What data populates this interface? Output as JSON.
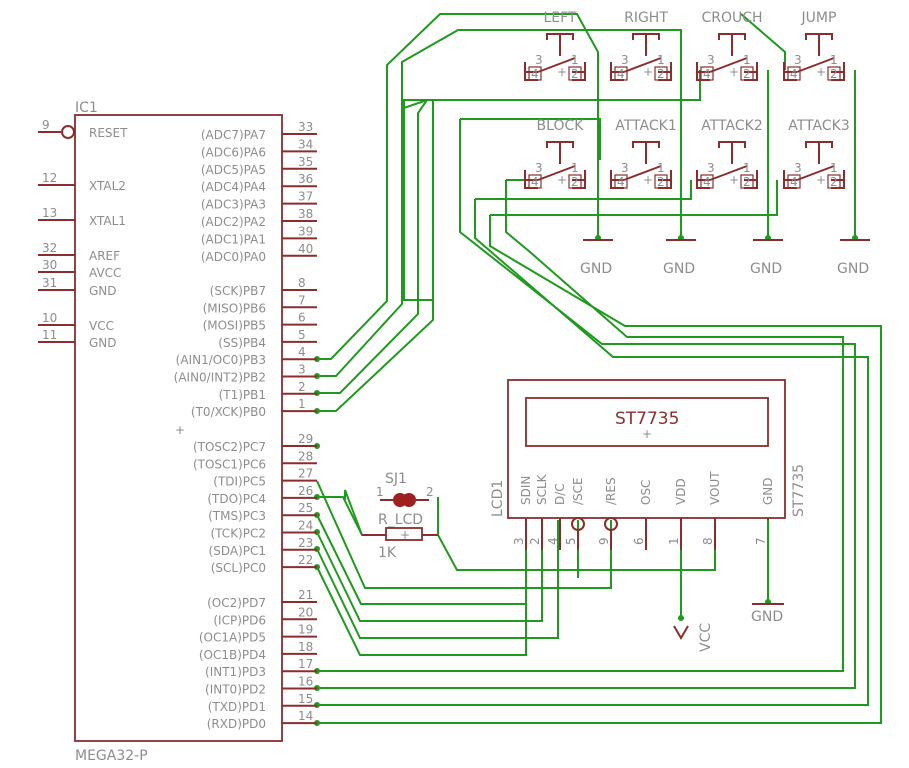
{
  "ic": {
    "name": "IC1",
    "value": "MEGA32-P",
    "left_pins": [
      {
        "num": "9",
        "name": "RESET"
      },
      {
        "num": "12",
        "name": "XTAL2"
      },
      {
        "num": "13",
        "name": "XTAL1"
      },
      {
        "num": "32",
        "name": "AREF"
      },
      {
        "num": "30",
        "name": "AVCC"
      },
      {
        "num": "31",
        "name": "GND"
      },
      {
        "num": "10",
        "name": "VCC"
      },
      {
        "num": "11",
        "name": "GND"
      }
    ],
    "right_pins": [
      {
        "num": "33",
        "name": "(ADC7)PA7"
      },
      {
        "num": "34",
        "name": "(ADC6)PA6"
      },
      {
        "num": "35",
        "name": "(ADC5)PA5"
      },
      {
        "num": "36",
        "name": "(ADC4)PA4"
      },
      {
        "num": "37",
        "name": "(ADC3)PA3"
      },
      {
        "num": "38",
        "name": "(ADC2)PA2"
      },
      {
        "num": "39",
        "name": "(ADC1)PA1"
      },
      {
        "num": "40",
        "name": "(ADC0)PA0"
      },
      {
        "num": "8",
        "name": "(SCK)PB7"
      },
      {
        "num": "7",
        "name": "(MISO)PB6"
      },
      {
        "num": "6",
        "name": "(MOSI)PB5"
      },
      {
        "num": "5",
        "name": "(SS)PB4"
      },
      {
        "num": "4",
        "name": "(AIN1/OC0)PB3"
      },
      {
        "num": "3",
        "name": "(AIN0/INT2)PB2"
      },
      {
        "num": "2",
        "name": "(T1)PB1"
      },
      {
        "num": "1",
        "name": "(T0/XCK)PB0"
      },
      {
        "num": "29",
        "name": "(TOSC2)PC7"
      },
      {
        "num": "28",
        "name": "(TOSC1)PC6"
      },
      {
        "num": "27",
        "name": "(TDI)PC5"
      },
      {
        "num": "26",
        "name": "(TDO)PC4"
      },
      {
        "num": "25",
        "name": "(TMS)PC3"
      },
      {
        "num": "24",
        "name": "(TCK)PC2"
      },
      {
        "num": "23",
        "name": "(SDA)PC1"
      },
      {
        "num": "22",
        "name": "(SCL)PC0"
      },
      {
        "num": "21",
        "name": "(OC2)PD7"
      },
      {
        "num": "20",
        "name": "(ICP)PD6"
      },
      {
        "num": "19",
        "name": "(OC1A)PD5"
      },
      {
        "num": "18",
        "name": "(OC1B)PD4"
      },
      {
        "num": "17",
        "name": "(INT1)PD3"
      },
      {
        "num": "16",
        "name": "(INT0)PD2"
      },
      {
        "num": "15",
        "name": "(TXD)PD1"
      },
      {
        "num": "14",
        "name": "(RXD)PD0"
      }
    ]
  },
  "buttons": [
    {
      "name": "LEFT"
    },
    {
      "name": "RIGHT"
    },
    {
      "name": "CROUCH"
    },
    {
      "name": "JUMP"
    },
    {
      "name": "BLOCK"
    },
    {
      "name": "ATTACK1"
    },
    {
      "name": "ATTACK2"
    },
    {
      "name": "ATTACK3"
    }
  ],
  "button_pins": [
    "1",
    "2",
    "3",
    "4"
  ],
  "gnd_label": "GND",
  "vcc_label": "VCC",
  "jumper": {
    "name": "SJ1",
    "pin1": "1",
    "pin2": "2"
  },
  "resistor": {
    "name": "R_LCD",
    "value": "1K"
  },
  "lcd": {
    "name": "LCD1",
    "value": "ST7735",
    "screen_text": "ST7735",
    "pins": [
      {
        "num": "3",
        "name": "SDIN"
      },
      {
        "num": "2",
        "name": "SCLK"
      },
      {
        "num": "4",
        "name": "D/C"
      },
      {
        "num": "5",
        "name": "/SCE"
      },
      {
        "num": "9",
        "name": "/RES"
      },
      {
        "num": "6",
        "name": "OSC"
      },
      {
        "num": "1",
        "name": "VDD"
      },
      {
        "num": "8",
        "name": "VOUT"
      },
      {
        "num": "7",
        "name": "GND"
      }
    ]
  }
}
